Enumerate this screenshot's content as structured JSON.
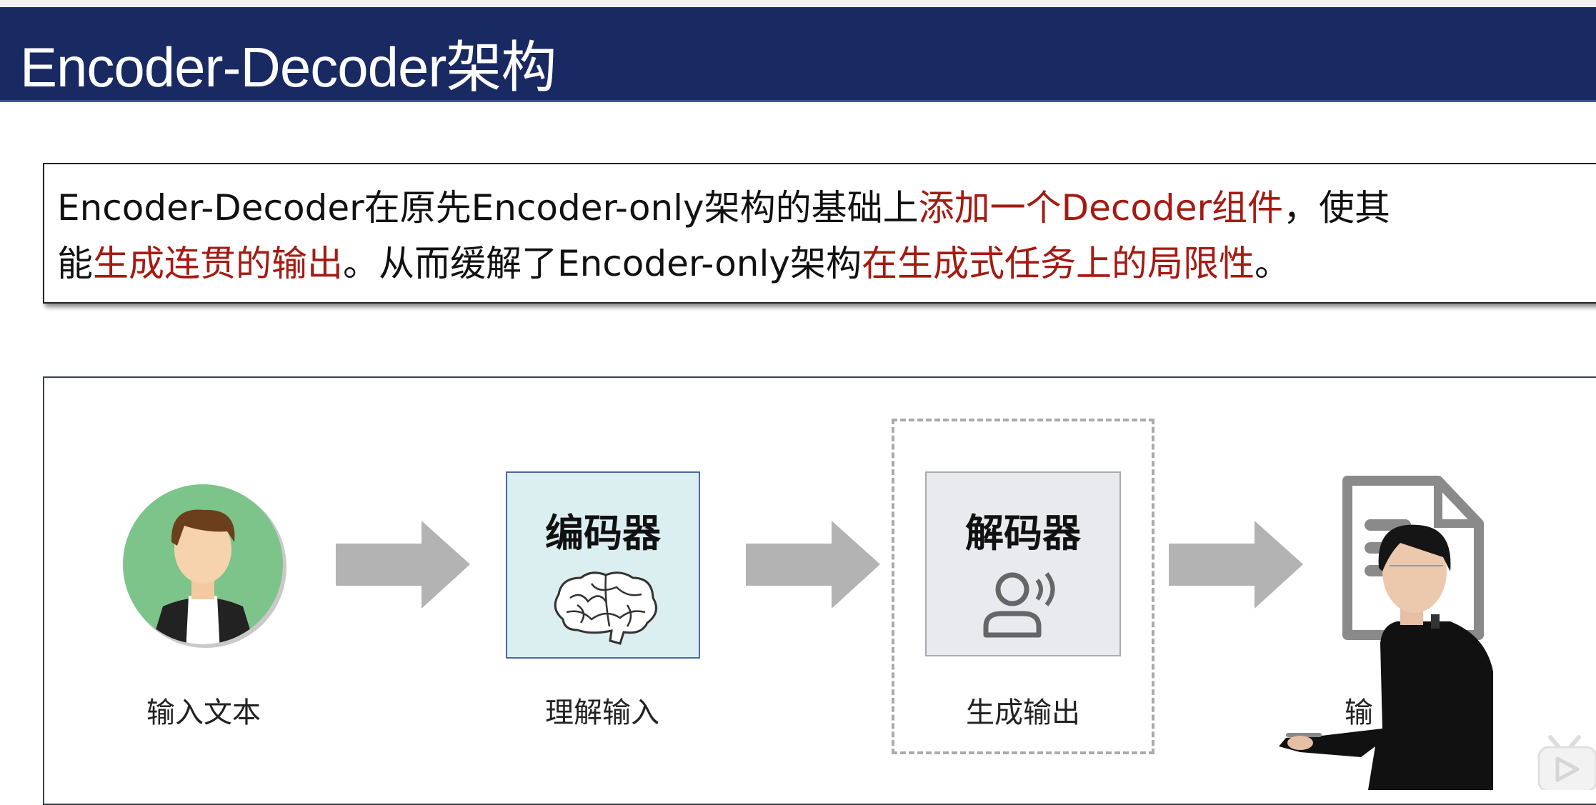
{
  "slide": {
    "title": "Encoder-Decoder架构",
    "description": {
      "line1": [
        {
          "text": "Encoder-Decoder在原先Encoder-only架构的基础上",
          "highlight": false
        },
        {
          "text": "添加一个Decoder组件",
          "highlight": true
        },
        {
          "text": "，使其",
          "highlight": false
        }
      ],
      "line2": [
        {
          "text": "能",
          "highlight": false
        },
        {
          "text": "生成连贯的输出",
          "highlight": true
        },
        {
          "text": "。从而缓解了Encoder-only架构",
          "highlight": false
        },
        {
          "text": "在生成式任务上的局限性",
          "highlight": true
        },
        {
          "text": "。",
          "highlight": false
        }
      ]
    },
    "diagram": {
      "encoder_title": "编码器",
      "decoder_title": "解码器",
      "labels": [
        "输入文本",
        "理解输入",
        "生成输出",
        "输"
      ]
    },
    "colors": {
      "header": "#192a63",
      "highlight": "#a51a12",
      "arrow": "#b3b3b3"
    }
  }
}
